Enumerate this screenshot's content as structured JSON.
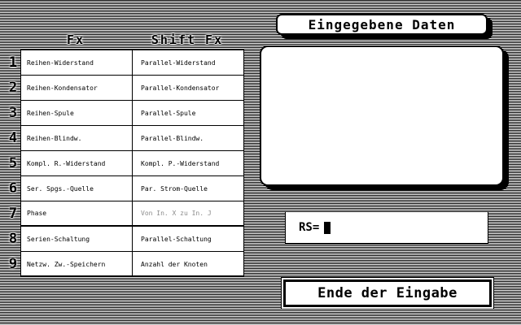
{
  "header": {
    "title": "Eingegebene Daten"
  },
  "columns": {
    "fx": "Fx",
    "shift_fx": "Shift Fx"
  },
  "rows": [
    {
      "num": "1",
      "fx": "Reihen-Widerstand",
      "shift": "Parallel-Widerstand"
    },
    {
      "num": "2",
      "fx": "Reihen-Kondensator",
      "shift": "Parallel-Kondensator"
    },
    {
      "num": "3",
      "fx": "Reihen-Spule",
      "shift": "Parallel-Spule"
    },
    {
      "num": "4",
      "fx": "Reihen-Blindw.",
      "shift": "Parallel-Blindw."
    },
    {
      "num": "5",
      "fx": "Kompl. R.-Widerstand",
      "shift": "Kompl. P.-Widerstand"
    },
    {
      "num": "6",
      "fx": "Ser. Spgs.-Quelle",
      "shift": "Par. Strom-Quelle"
    },
    {
      "num": "7",
      "fx": "Phase",
      "shift": "Von In. X zu In. J"
    },
    {
      "num": "8",
      "fx": "Serien-Schaltung",
      "shift": "Parallel-Schaltung"
    },
    {
      "num": "9",
      "fx": "Netzw. Zw.-Speichern",
      "shift": "Anzahl der Knoten"
    }
  ],
  "input": {
    "label": "RS="
  },
  "footer": {
    "end_button": "Ende der Eingabe"
  }
}
